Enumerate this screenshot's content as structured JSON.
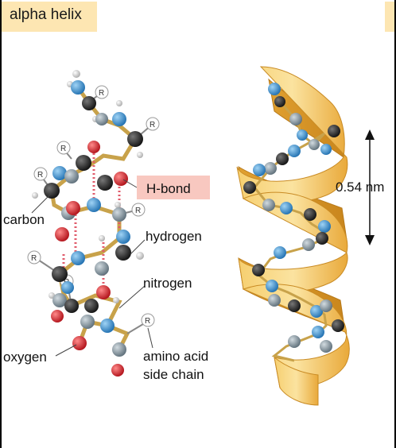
{
  "title": "alpha helix",
  "labels": {
    "hbond": "H-bond",
    "carbon": "carbon",
    "hydrogen": "hydrogen",
    "nitrogen": "nitrogen",
    "oxygen": "oxygen",
    "side_chain_line1": "amino acid",
    "side_chain_line2": "side chain",
    "pitch": "0.54 nm",
    "r": "R"
  },
  "colors": {
    "header_bg": "#fde6b2",
    "carbon": "#1f1f1f",
    "nitrogen": "#3a8fd0",
    "oxygen": "#d8262c",
    "hydrogen": "#e8e8e8",
    "alpha_carbon": "#8a9aa5",
    "backbone_bond": "#c8a24a",
    "hbond": "#e05a6a",
    "ribbon": "#f4c45a",
    "ribbon_dark": "#d99a28",
    "hbond_badge": "#f8c8c0"
  },
  "icons": {
    "arrow": "double-headed-arrow"
  }
}
